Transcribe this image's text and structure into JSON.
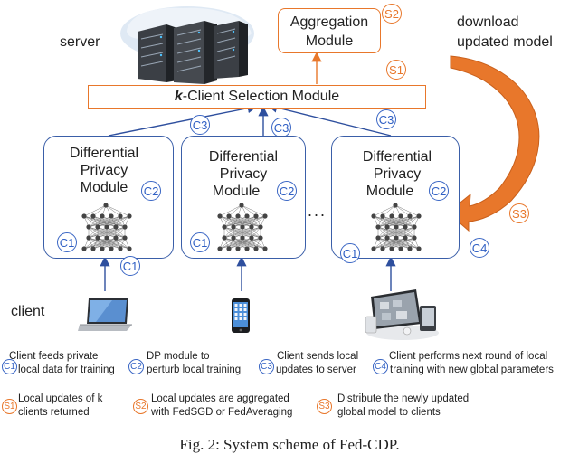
{
  "server_label": "server",
  "aggregation": {
    "line1": "Aggregation",
    "line2": "Module"
  },
  "selection_italic": "k",
  "selection_rest": "-Client Selection Module",
  "download": {
    "line1": "download",
    "line2": "updated model"
  },
  "client_label": "client",
  "dp_module": {
    "line1": "Differential",
    "line2": "Privacy",
    "line3": "Module"
  },
  "ellipsis": "...",
  "badges": {
    "c1": "C1",
    "c2": "C2",
    "c3": "C3",
    "c4": "C4",
    "s1": "S1",
    "s2": "S2",
    "s3": "S3"
  },
  "legend": {
    "c1": {
      "badge": "C1",
      "line1": "Client feeds private",
      "line2": "local data for training"
    },
    "c2": {
      "badge": "C2",
      "line1": "DP module to",
      "line2": "perturb local training"
    },
    "c3": {
      "badge": "C3",
      "line1": "Client sends  local",
      "line2": "updates to server"
    },
    "c4": {
      "badge": "C4",
      "line1": "Client performs next round of local",
      "line2": "training with new global parameters"
    },
    "s1": {
      "badge": "S1",
      "line1": "Local updates of k",
      "line2": "clients returned"
    },
    "s2": {
      "badge": "S2",
      "line1": "Local updates are aggregated",
      "line2": "with FedSGD or FedAveraging"
    },
    "s3": {
      "badge": "S3",
      "line1": "Distribute the newly updated",
      "line2": "global model to clients"
    }
  },
  "caption_prefix": "Fig. 2:",
  "caption_text": "System scheme of Fed-CDP.",
  "colors": {
    "blue": "#3a66c4",
    "orange": "#e8772b",
    "box_border": "#3a5ea8"
  }
}
